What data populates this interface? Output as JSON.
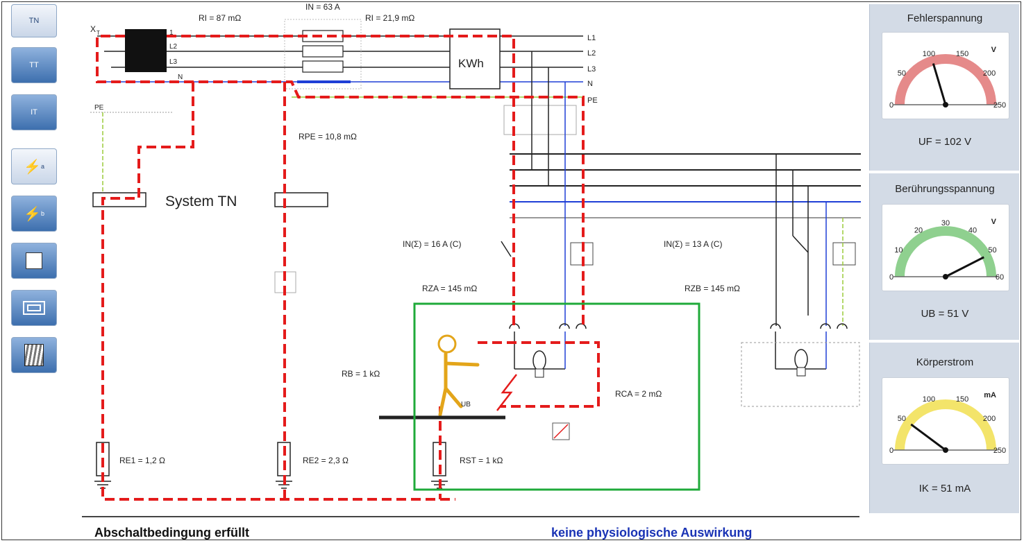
{
  "toolbar": {
    "tn_label": "TN",
    "tt_label": "TT",
    "it_label": "IT",
    "fault_a_label": "a",
    "fault_b_label": "b"
  },
  "diagram": {
    "title": "System TN",
    "transformer_label": "X",
    "transformer_sub": "T",
    "transformer_lines": [
      "1",
      "L2",
      "L3",
      "N"
    ],
    "ri_label": "RI = 87 mΩ",
    "in_label": "IN = 63 A",
    "ri2_label": "RI = 21,9 mΩ",
    "meter_label": "KWh",
    "bus_labels": [
      "L1",
      "L2",
      "L3",
      "N",
      "PE"
    ],
    "pe_label": "PE",
    "rpe_label": "RPE = 10,8 mΩ",
    "breaker_left": "IN(Σ) = 16 A (C)",
    "breaker_right": "IN(Σ) = 13 A (C)",
    "rza_label": "RZA = 145 mΩ",
    "rzb_label": "RZB = 145 mΩ",
    "rb_label": "RB = 1 kΩ",
    "rca_label": "RCA = 2 mΩ",
    "ub_label": "UB",
    "re1_label": "RE1 = 1,2 Ω",
    "re2_label": "RE2 = 2,3 Ω",
    "rst_label": "RST = 1 kΩ"
  },
  "panels": {
    "fault": {
      "title": "Fehlerspannung",
      "unit": "V",
      "ticks": [
        "0",
        "50",
        "100",
        "150",
        "200",
        "250"
      ],
      "value_label": "UF = 102 V",
      "reading": 102,
      "max": 250,
      "arc_color": "#e58a8a"
    },
    "touch": {
      "title": "Berührungsspannung",
      "unit": "V",
      "ticks": [
        "0",
        "10",
        "20",
        "30",
        "40",
        "50",
        "60"
      ],
      "value_label": "UB = 51 V",
      "reading": 51,
      "max": 60,
      "arc_color": "#8fd08f"
    },
    "current": {
      "title": "Körperstrom",
      "unit": "mA",
      "ticks": [
        "0",
        "50",
        "100",
        "150",
        "200",
        "250"
      ],
      "value_label": "IK = 51 mA",
      "reading": 51,
      "max": 250,
      "arc_color": "#f3e46a"
    }
  },
  "status": {
    "left": "Abschaltbedingung erfüllt",
    "right": "keine physiologische Auswirkung"
  },
  "colors": {
    "fault_path": "#e41b1b",
    "neutral": "#1f3fd6",
    "pe": "#9ccc3a",
    "highlight": "#1faa3a"
  }
}
